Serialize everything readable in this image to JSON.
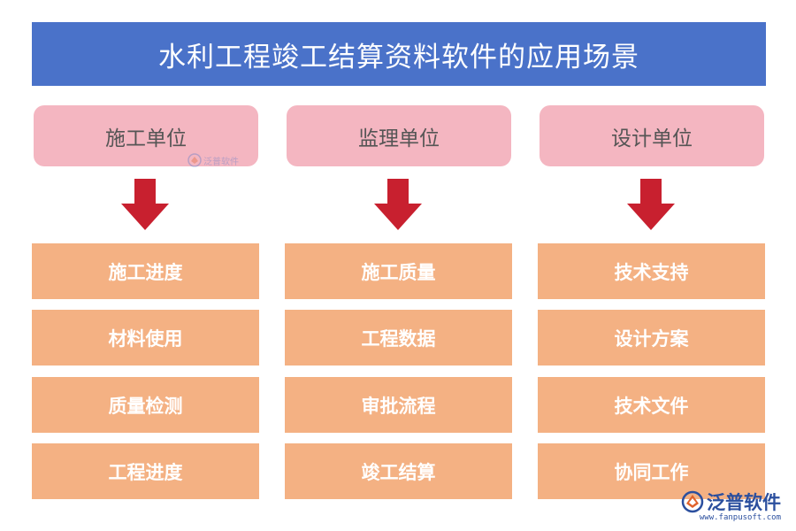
{
  "title": "水利工程竣工结算资料软件的应用场景",
  "columns": [
    {
      "header": "施工单位",
      "items": [
        "施工进度",
        "材料使用",
        "质量检测",
        "工程进度"
      ]
    },
    {
      "header": "监理单位",
      "items": [
        "施工质量",
        "工程数据",
        "审批流程",
        "竣工结算"
      ]
    },
    {
      "header": "设计单位",
      "items": [
        "技术支持",
        "设计方案",
        "技术文件",
        "协同工作"
      ]
    }
  ],
  "watermark": {
    "text": "泛普软件"
  },
  "logo": {
    "name": "泛普软件",
    "url": "www.fanpusoft.com"
  },
  "colors": {
    "title_bg": "#4a72c9",
    "header_bg": "#f4b6c1",
    "item_bg": "#f4b183",
    "arrow": "#c8202f"
  }
}
